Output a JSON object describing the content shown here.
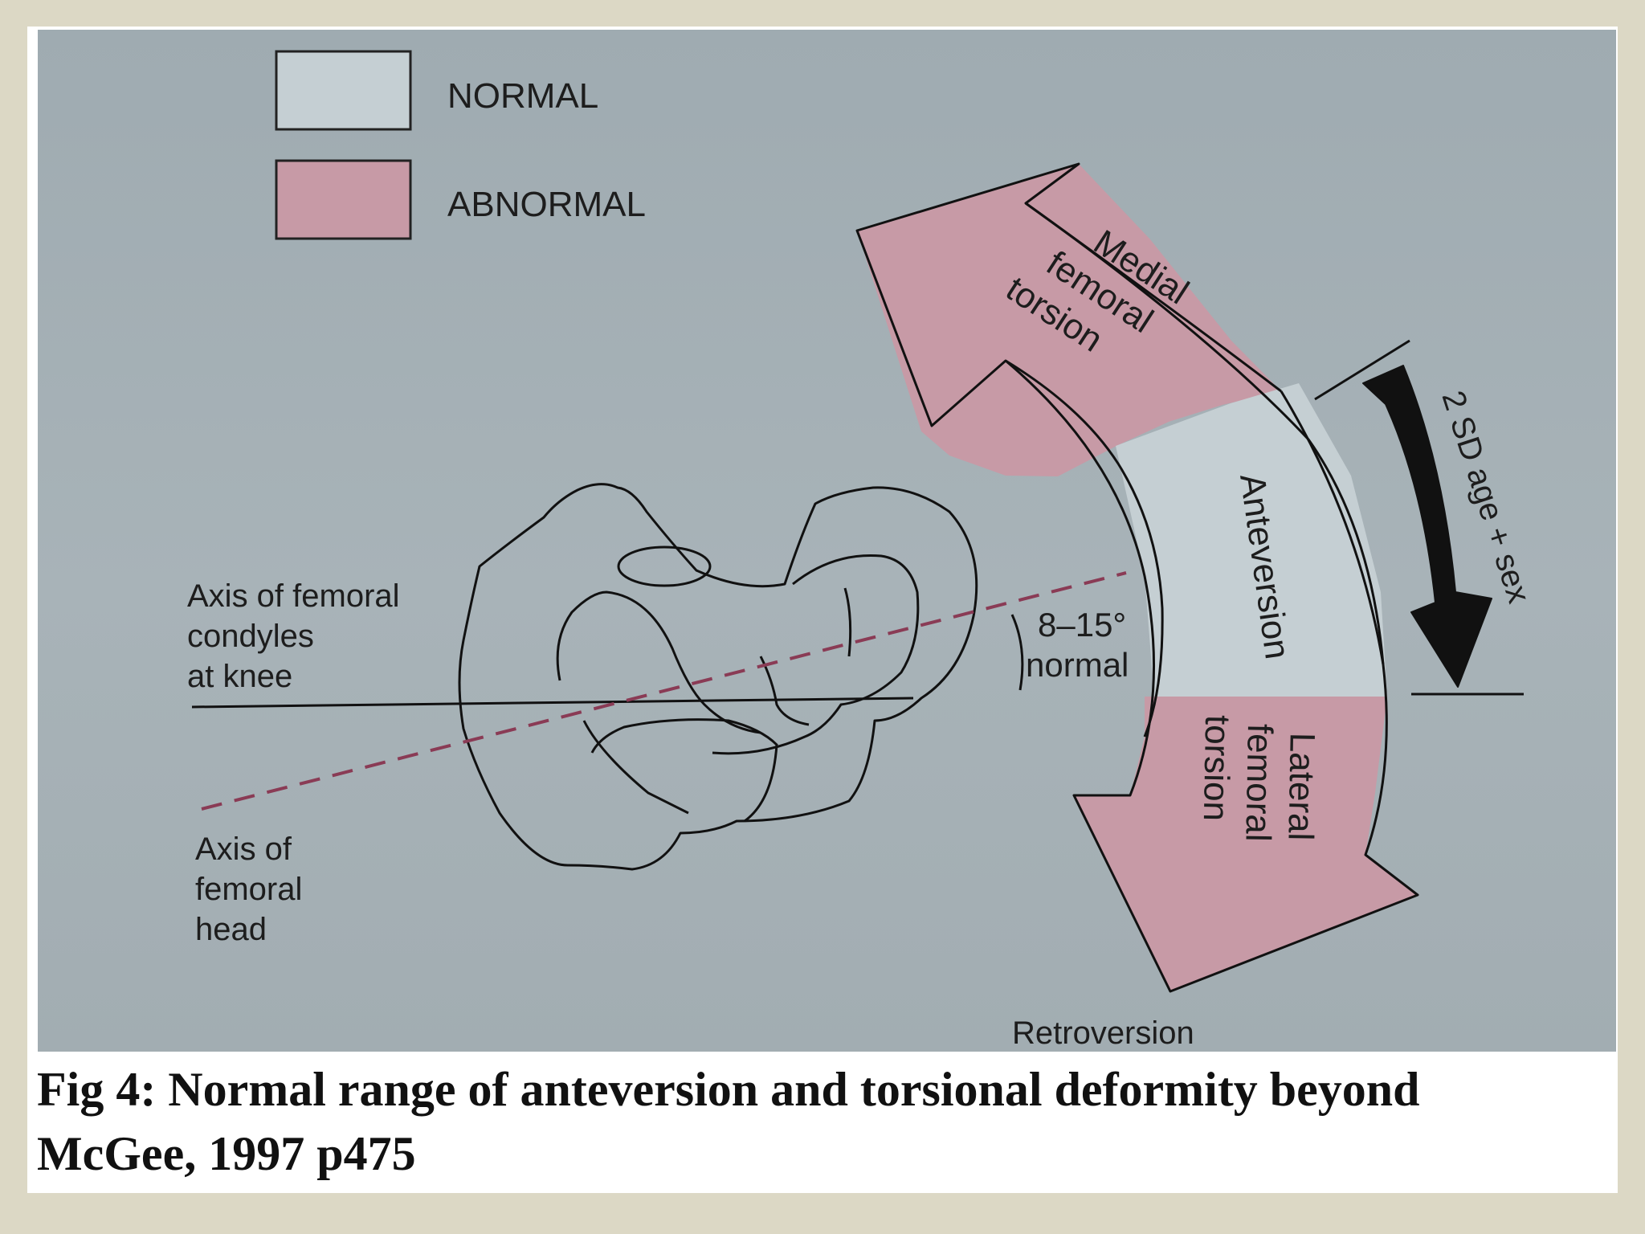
{
  "legend": {
    "normal_label": "NORMAL",
    "abnormal_label": "ABNORMAL"
  },
  "labels": {
    "medial_1": "Medial",
    "medial_2": "femoral",
    "medial_3": "torsion",
    "anteversion": "Anteversion",
    "lateral_1": "Lateral",
    "lateral_2": "femoral",
    "lateral_3": "torsion",
    "retroversion": "Retroversion",
    "sd_range": "2 SD age + sex",
    "angle_1": "8–15°",
    "angle_2": "normal",
    "condyle_axis_1": "Axis of femoral",
    "condyle_axis_2": "condyles",
    "condyle_axis_3": "at knee",
    "head_axis_1": "Axis of",
    "head_axis_2": "femoral",
    "head_axis_3": "head"
  },
  "caption": {
    "line1": "Fig 4: Normal range of anteversion and torsional deformity beyond",
    "line2": "McGee, 1997 p475"
  },
  "colors": {
    "abnormal": "#c79aa6",
    "normal": "#c5cfd3",
    "background": "#a3afb4",
    "head_axis_dash": "#8a3b55"
  }
}
